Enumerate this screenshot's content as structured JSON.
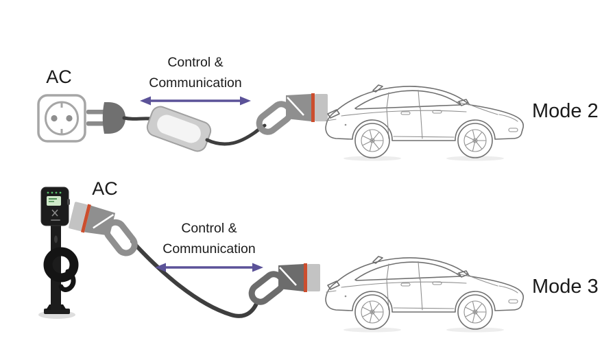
{
  "diagram": {
    "rows": [
      {
        "power_source_label": "AC",
        "link_label_line1": "Control &",
        "link_label_line2": "Communication",
        "mode_label": "Mode 2",
        "source_icon": "schuko-wall-socket",
        "inline_device": "in-cable-control-box",
        "vehicle": "electric-car-side-view"
      },
      {
        "power_source_label": "AC",
        "link_label_line1": "Control &",
        "link_label_line2": "Communication",
        "mode_label": "Mode 3",
        "source_icon": "pedestal-charging-station",
        "inline_device": "charging-cable",
        "vehicle": "electric-car-side-view"
      }
    ]
  },
  "colors": {
    "arrow": "#5b5298",
    "cable": "#3e3e3e",
    "connector_stripe": "#cc4e2e",
    "connector_body": "#8f8f8f",
    "connector_body_dark": "#6c6c6c",
    "connector_tip": "#c3c3c3",
    "station_body": "#1c1c1c",
    "station_screen": "#cfe9c9"
  }
}
